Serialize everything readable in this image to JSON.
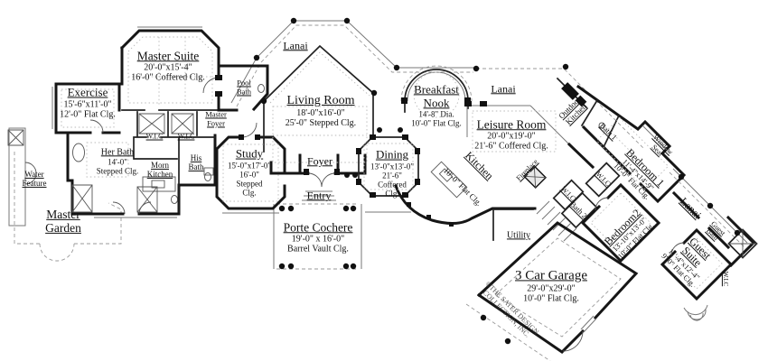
{
  "colors": {
    "wall": "#161616",
    "text": "#111111",
    "dashed_line": "#9a9a9a",
    "watermark": "#3a3a3a"
  },
  "watermark": {
    "line1": "©THE SATER DESIGN",
    "line2": "COLLECTION, INC."
  },
  "labels": {
    "lanai_top": {
      "n1": "Lanai"
    },
    "master_suite": {
      "n1": "Master Suite",
      "d1": "20'-0\"x15'-4\"",
      "d2": "16'-0\" Coffered Clg."
    },
    "exercise": {
      "n1": "Exercise",
      "d1": "15'-6\"x11'-0\"",
      "d2": "12'-0\" Flat Clg."
    },
    "pool_bath": {
      "n1": "Pool",
      "n2": "Bath"
    },
    "living_room": {
      "n1": "Living Room",
      "d1": "18'-0\"x16'-0\"",
      "d2": "25'-0\" Stepped Clg."
    },
    "breakfast_nook": {
      "n1": "Breakfast",
      "n2": "Nook",
      "d1": "14'-8\" Dia.",
      "d2": "10'-0\" Flat Clg."
    },
    "lanai_right": {
      "n1": "Lanai"
    },
    "leisure_room": {
      "n1": "Leisure Room",
      "d1": "20'-0\"x19'-0\"",
      "d2": "21'-6\" Coffered Clg."
    },
    "master_foyer": {
      "n1": "Master",
      "n2": "Foyer"
    },
    "wic_master_1": {
      "n1": "W.I.C"
    },
    "wic_master_2": {
      "n1": "W.I.C"
    },
    "her_bath": {
      "n1": "Her Bath",
      "d1": "14'-0\"",
      "d2": "Stepped Clg."
    },
    "his_bath": {
      "n1": "His",
      "n2": "Bath"
    },
    "morn_kitchen": {
      "n1": "Morn",
      "n2": "Kitchen"
    },
    "water_feature": {
      "n1": "Water",
      "n2": "Feature"
    },
    "master_garden": {
      "n1": "Master",
      "n2": "Garden"
    },
    "study": {
      "n1": "Study",
      "d1": "15'-0\"x17'-0\"",
      "d2": "16'-0\"",
      "d3": "Stepped",
      "d4": "Clg."
    },
    "foyer": {
      "n1": "Foyer"
    },
    "entry": {
      "n1": "Entry"
    },
    "porte_cochere": {
      "n1": "Porte Cochere",
      "d1": "19'-0\" x 16'-0\"",
      "d2": "Barrel Vault Clg."
    },
    "dining": {
      "n1": "Dining",
      "d1": "13'-0\"x13'-0\"",
      "d2": "21'-6\"",
      "d3": "Coffered",
      "d4": "Clg."
    },
    "kitchen": {
      "n1": "Kitchen",
      "d1": "10'-0\" Flat Clg."
    },
    "fireplace": {
      "n1": "Fireplace"
    },
    "outdoor_kitchen": {
      "n1": "Outdoor",
      "n2": "Kitchen"
    },
    "bath_1": {
      "n1": "Bath 1"
    },
    "window_seat": {
      "n1": "Window",
      "n2": "Seat"
    },
    "bedroom_1": {
      "n1": "Bedroom 1",
      "d1": "11'-4\"x14'-9\"",
      "d2": "10'-0\" Flat Clg."
    },
    "wic_bed1": {
      "n1": "W.I.C"
    },
    "wic_bed2": {
      "n1": "W.I.C."
    },
    "bath_2": {
      "n1": "Bath 2"
    },
    "bedroom_2": {
      "n1": "Bedroom2",
      "d1": "13'-10\"x13'-0\"",
      "d2": "10'-0\" Flat Clg."
    },
    "utility": {
      "n1": "Utility"
    },
    "garage": {
      "n1": "3 Car Garage",
      "d1": "29'-0\"x29'-0\"",
      "d2": "10'-0\" Flat Clg."
    },
    "lanai_guest": {
      "n1": "Lanai"
    },
    "guest_bath": {
      "n1": "Guest",
      "n2": "Bath"
    },
    "guest_suite": {
      "n1": "Guest",
      "n2": "Suite",
      "d1": "11'-4\"x12'-4\"",
      "d2": "9'-0\" Flat Clg."
    },
    "wic_guest": {
      "n1": "W.I.C"
    }
  }
}
